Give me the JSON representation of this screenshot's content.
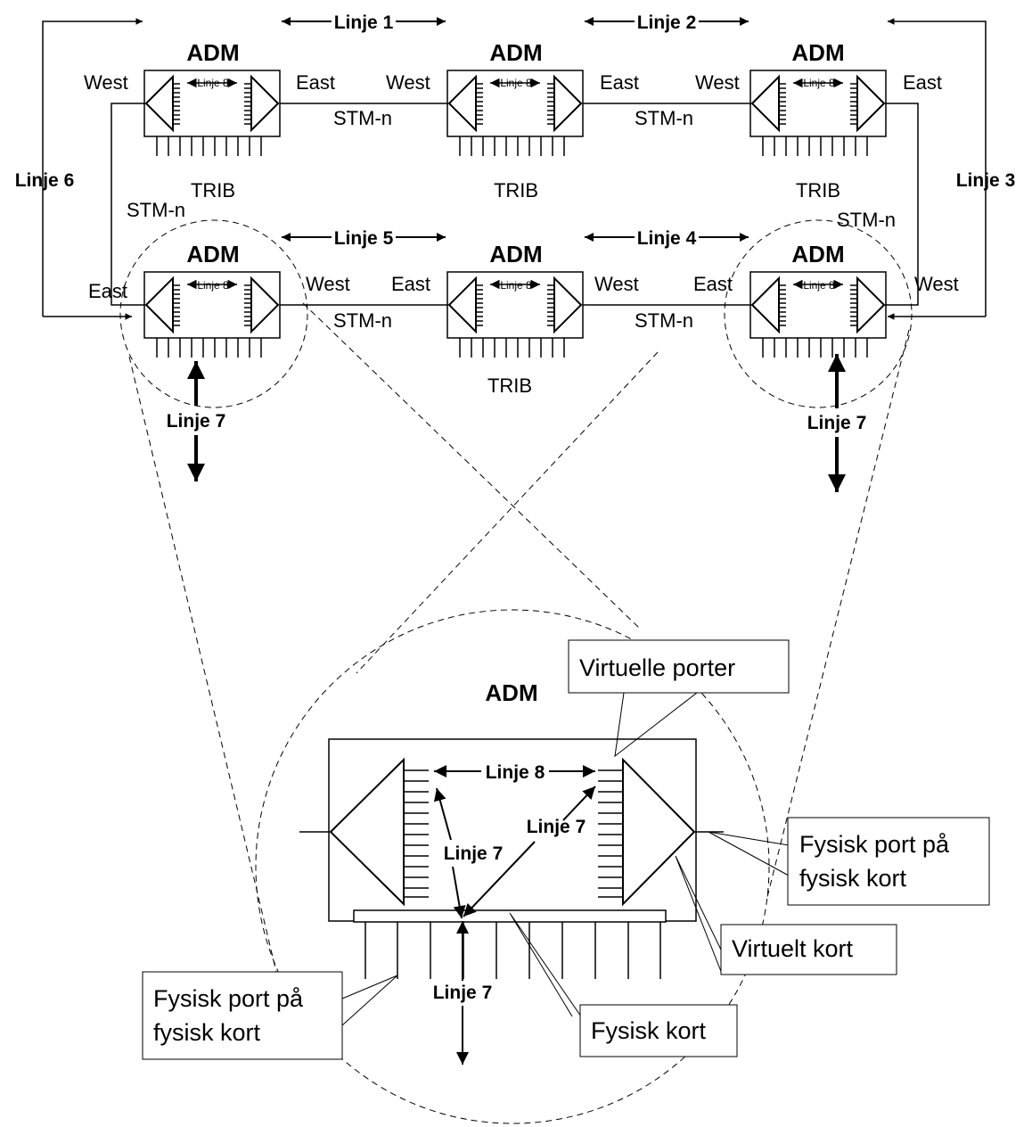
{
  "labels": {
    "adm": "ADM",
    "west": "West",
    "east": "East",
    "stm": "STM-n",
    "trib": "TRIB",
    "linje1": "Linje 1",
    "linje2": "Linje 2",
    "linje3": "Linje 3",
    "linje4": "Linje 4",
    "linje5": "Linje 5",
    "linje6": "Linje 6",
    "linje7": "Linje 7",
    "linje8": "Linje 8"
  },
  "callouts": {
    "virtual_ports": "Virtuelle porter",
    "physical_port_line1": "Fysisk port på",
    "physical_port_line2": "fysisk kort",
    "virtual_card": "Virtuelt kort",
    "physical_card": "Fysisk kort"
  }
}
